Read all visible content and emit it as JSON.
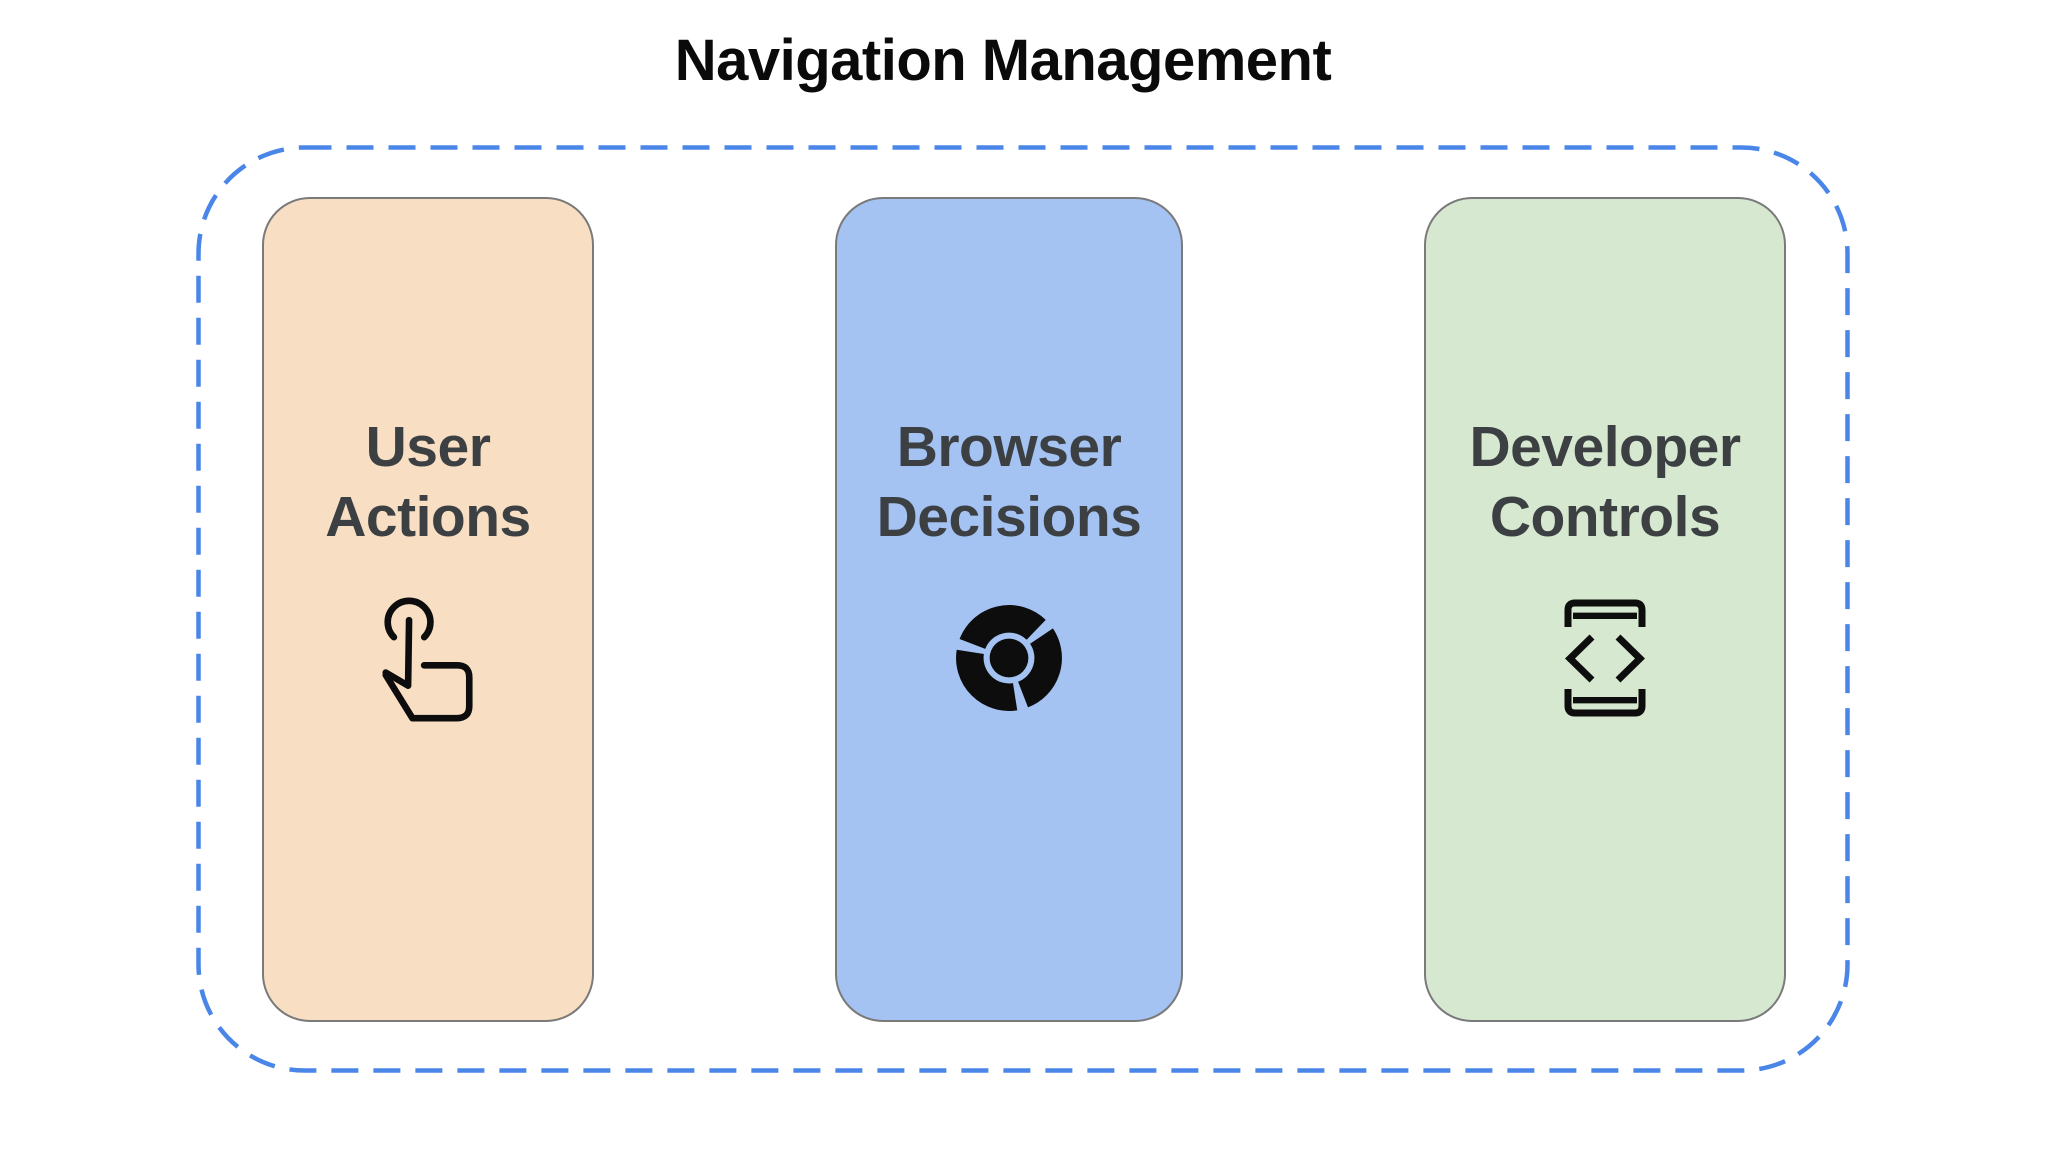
{
  "title": "Navigation Management",
  "cards": [
    {
      "label": "User Actions",
      "icon": "touch-gesture-icon",
      "bg": "#f8dfc4"
    },
    {
      "label": "Browser Decisions",
      "icon": "chrome-icon",
      "bg": "#a4c2f2"
    },
    {
      "label": "Developer Controls",
      "icon": "developer-mode-icon",
      "bg": "#d7e8d0"
    }
  ],
  "colors": {
    "background": "#ffffff",
    "dashed_border": "#4a86e8",
    "card_outline": "#7a7a7a",
    "title_text": "#0a0a0a",
    "label_text": "#3c4043",
    "icon": "#0d0d0d"
  }
}
